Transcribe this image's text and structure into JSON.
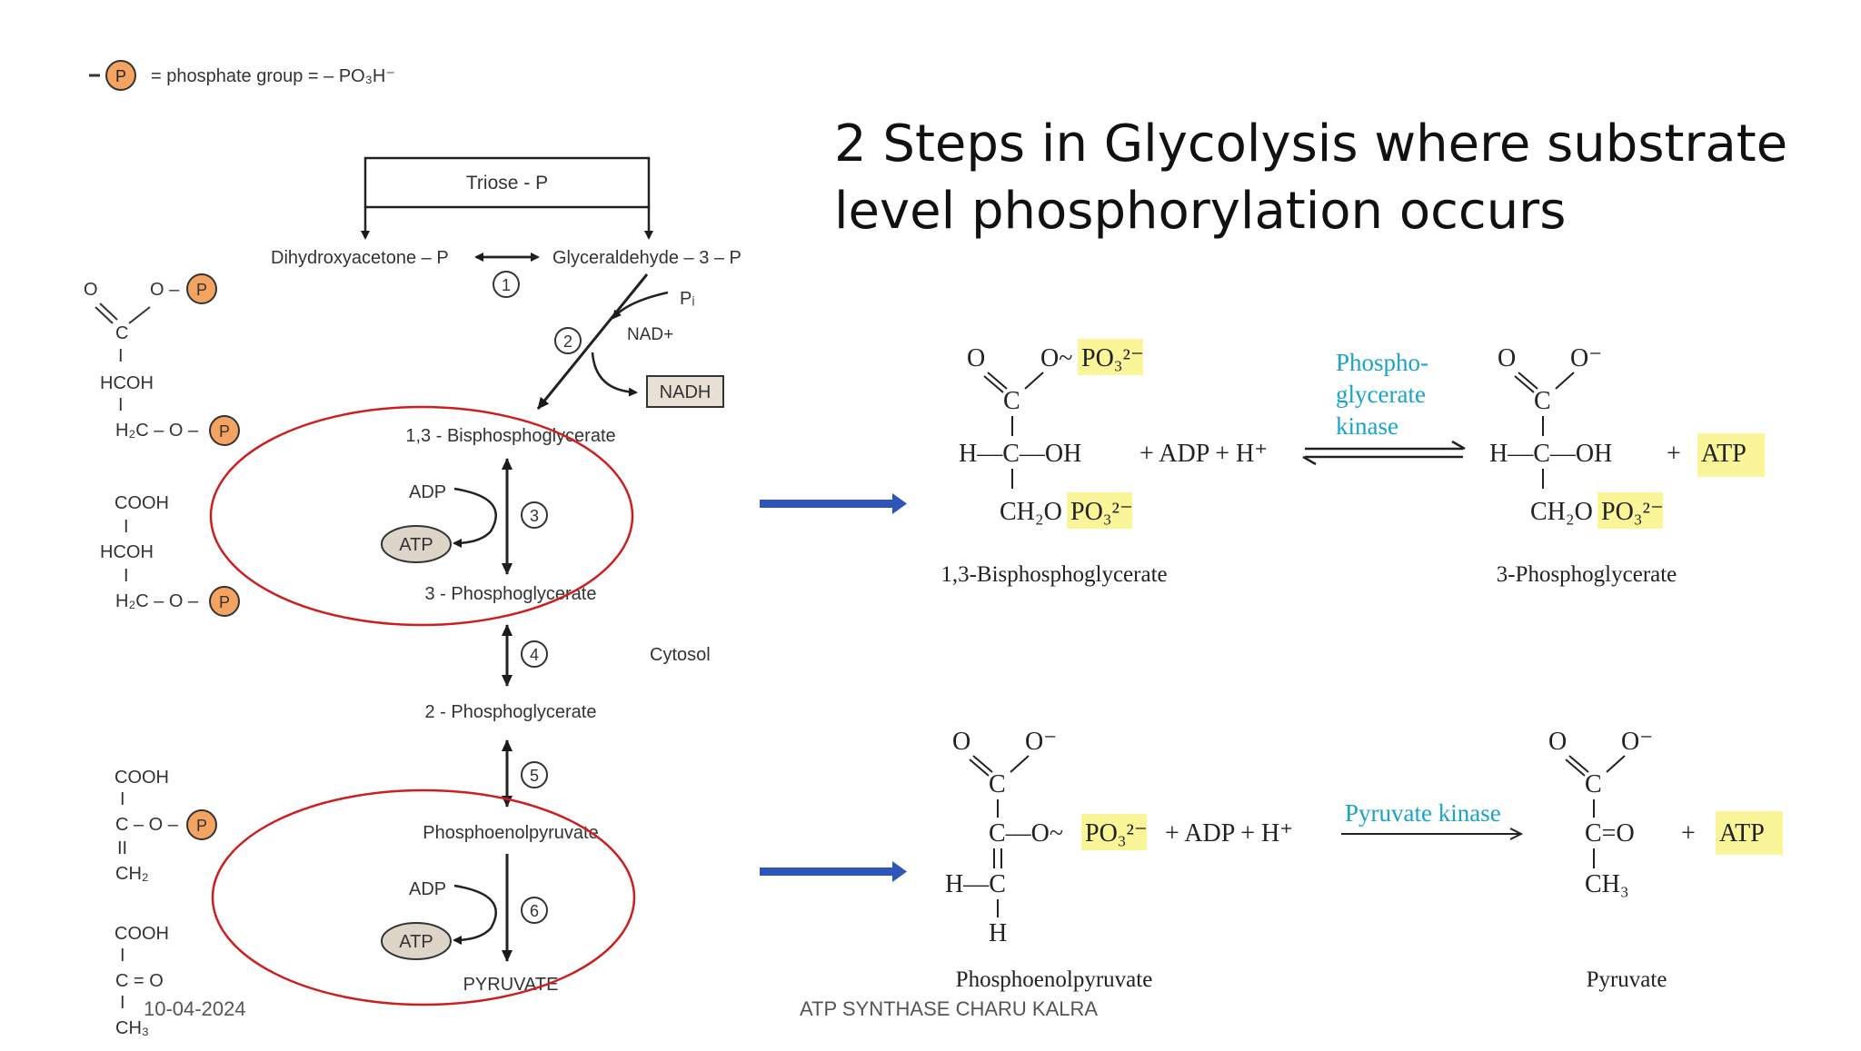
{
  "slide": {
    "title_line1": "2 Steps in Glycolysis where substrate",
    "title_line2": "level phosphorylation occurs",
    "footer_date": "10-04-2024",
    "footer_credit": "ATP SYNTHASE CHARU KALRA"
  },
  "legend": {
    "symbol": "P",
    "definition": "= phosphate group = – PO₃H⁻"
  },
  "pathway": {
    "triose": "Triose - P",
    "dhap": "Dihydroxyacetone – P",
    "g3p": "Glyceraldehyde – 3 – P",
    "pi": "Pᵢ",
    "nad": "NAD+",
    "nadh": "NADH",
    "bpg13": "1,3 - Bisphosphoglycerate",
    "adp1": "ADP",
    "atp1": "ATP",
    "pg3": "3 - Phosphoglycerate",
    "cytosol": "Cytosol",
    "pg2": "2 - Phosphoglycerate",
    "pep": "Phosphoenolpyruvate",
    "adp2": "ADP",
    "atp2": "ATP",
    "pyruvate": "PYRUVATE",
    "steps": [
      "1",
      "2",
      "3",
      "4",
      "5",
      "6"
    ]
  },
  "left_structures": {
    "s1": {
      "o": "O",
      "o_p": "O –",
      "c": "C",
      "bar": "I",
      "hcoh": "HCOH",
      "h2c": "H₂C – O –"
    },
    "s2": {
      "cooh": "COOH",
      "hcoh": "HCOH",
      "h2c": "H₂C – O –"
    },
    "s3": {
      "cooh": "COOH",
      "c": "C – O –",
      "dbl": "II",
      "ch2": "CH₂"
    },
    "s4": {
      "cooh": "COOH",
      "c": "C = O",
      "ch3": "CH₃"
    }
  },
  "reaction1": {
    "enzyme_line1": "Phospho-",
    "enzyme_line2": "glycerate",
    "enzyme_line3": "kinase",
    "substrate_name": "1,3-Bisphosphoglycerate",
    "product_name": "3-Phosphoglycerate",
    "cofactors": "+ ADP + H⁺",
    "product_plus": "+",
    "atp": "ATP",
    "o": "O",
    "o_tilde": "O~",
    "o_minus": "O⁻",
    "c": "C",
    "hcoh": "H—C—OH",
    "ch2o": "CH₂O",
    "po3": "PO₃²⁻"
  },
  "reaction2": {
    "enzyme": "Pyruvate kinase",
    "substrate_name": "Phosphoenolpyruvate",
    "product_name": "Pyruvate",
    "cofactors": "+ ADP + H⁺",
    "product_plus": "+",
    "atp": "ATP",
    "o": "O",
    "o_minus": "O⁻",
    "c": "C",
    "c_o": "C—O~",
    "hc": "H—C",
    "h": "H",
    "c_eq_o": "C=O",
    "ch3": "CH₃",
    "po3": "PO₃²⁻"
  },
  "colors": {
    "phosphate_fill": "#f4a460",
    "atp_fill": "#ddd5c8",
    "highlight": "#fbf59a",
    "oval": "#cc1f1f",
    "arrow_blue": "#2e55b8",
    "enzyme_cyan": "#1aa3c8"
  }
}
